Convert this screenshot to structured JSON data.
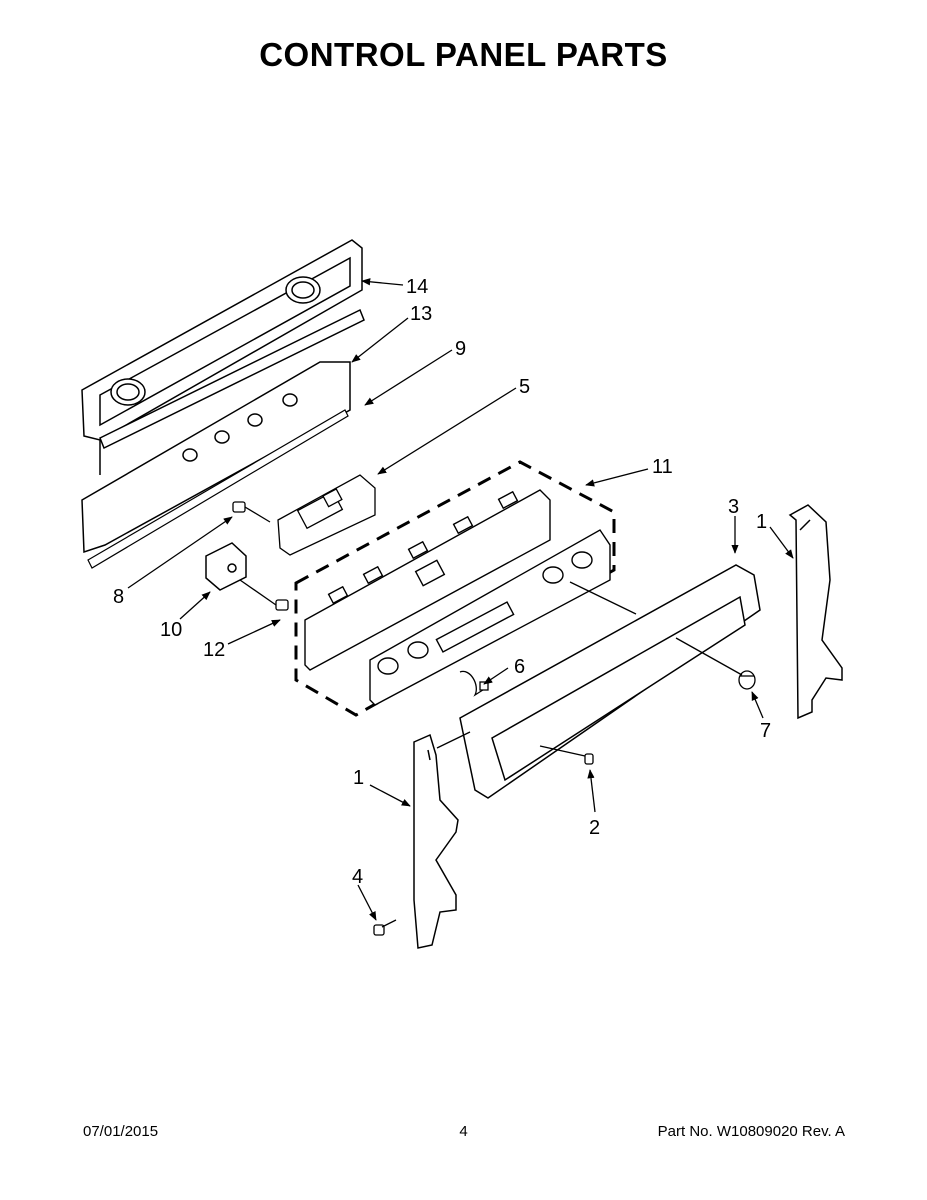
{
  "title": "CONTROL PANEL PARTS",
  "callouts": {
    "c14": "14",
    "c13": "13",
    "c9": "9",
    "c5": "5",
    "c11": "11",
    "c3": "3",
    "c1_right": "1",
    "c8": "8",
    "c10": "10",
    "c12": "12",
    "c6": "6",
    "c7": "7",
    "c1_left": "1",
    "c2": "2",
    "c4": "4"
  },
  "footer": {
    "date": "07/01/2015",
    "page": "4",
    "part_no": "Part No.  W10809020  Rev.  A"
  }
}
